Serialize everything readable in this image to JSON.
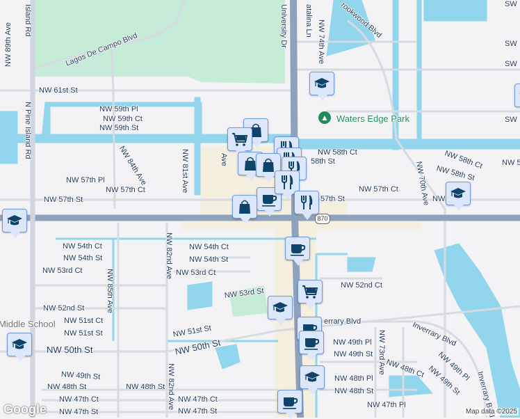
{
  "colors": {
    "water": "#91d6ec",
    "park": "#c5ecd6",
    "commercial": "#f4efdf",
    "major_road": "#8ea2bd",
    "minor_road": "#d6dbe2",
    "marker_bg": "#dde7fb",
    "marker_icon": "#0f4468",
    "park_label": "#1e8c5e"
  },
  "labels": [
    "Island Rd",
    "N Pine Island Rd",
    "NW 89th Ave",
    "Lagos De Campo Blvd",
    "NW 61st St",
    "NW 59th Pl",
    "NW 59th Ct",
    "NW 59th St",
    "NW 84th Ave",
    "NW 81st Ave",
    "NW 57th Pl",
    "NW 57th Ct",
    "NW 57th St",
    "Ave",
    "University Dr",
    "atalina Ln",
    "NW 74th Ave",
    "rookwood Blvd",
    "Waters Edge Park",
    "NW 58th Ct",
    "58th St",
    "NW 58th Ct",
    "NW 58th St",
    "NW 70th Ave",
    "NW 57th Ct",
    "57th St",
    "NW",
    "NW 5",
    "SW",
    "SW",
    "SW",
    "SW",
    "NW 54th Ct",
    "NW 54th St",
    "NW 53rd Ct",
    "NW 85th Ave",
    "NW 52nd St",
    "NW 51st Ct",
    "NW 51st St",
    "Middle School",
    "NW 50th St",
    "NW 49th St",
    "NW 48th St",
    "NW 47th Ct",
    "NW 47th St",
    "NW 82nd Ave",
    "NW 82nd Ave",
    "NW 54th Ct",
    "NW 54th St",
    "NW 53rd Ct",
    "NW 53rd St",
    "NW 51st St",
    "NW 50th St",
    "NW 48th St",
    "NW 47th Ct",
    "NW 47th St",
    "NW 52nd Ct",
    "errary Blvd",
    "Inverrary Blvd",
    "NW 49th Pl",
    "NW 49th St",
    "NW 73rd Ave",
    "NW 48th Ct",
    "NW 49th St",
    "NW 49th Pl",
    "NW 48th Pl",
    "NW 48th St",
    "NW 47th Pl",
    "Inverrary Blvd"
  ],
  "route_shield": "870",
  "markers": [
    {
      "type": "school",
      "label": "school-icon"
    },
    {
      "type": "bag",
      "label": "shopping-bag-icon"
    },
    {
      "type": "cart",
      "label": "shopping-cart-icon"
    },
    {
      "type": "bag",
      "label": "shopping-bag-icon"
    },
    {
      "type": "restaurant",
      "label": "restaurant-icon"
    },
    {
      "type": "restaurant",
      "label": "restaurant-icon"
    },
    {
      "type": "bag",
      "label": "shopping-bag-icon"
    },
    {
      "type": "restaurant",
      "label": "restaurant-icon"
    },
    {
      "type": "coffee",
      "label": "coffee-icon"
    },
    {
      "type": "restaurant",
      "label": "restaurant-icon"
    },
    {
      "type": "bag",
      "label": "shopping-bag-icon"
    },
    {
      "type": "restaurant",
      "label": "restaurant-icon"
    },
    {
      "type": "coffee",
      "label": "coffee-icon"
    },
    {
      "type": "cart",
      "label": "shopping-cart-icon"
    },
    {
      "type": "school",
      "label": "school-icon"
    },
    {
      "type": "coffee",
      "label": "coffee-icon"
    },
    {
      "type": "coffee",
      "label": "coffee-icon"
    },
    {
      "type": "school",
      "label": "school-icon"
    },
    {
      "type": "coffee",
      "label": "coffee-icon"
    },
    {
      "type": "school",
      "label": "school-icon"
    },
    {
      "type": "school",
      "label": "school-icon"
    },
    {
      "type": "school",
      "label": "school-icon"
    },
    {
      "type": "school",
      "label": "school-icon"
    }
  ],
  "footer": {
    "logo": "Google",
    "attribution": "Map data ©2025"
  }
}
